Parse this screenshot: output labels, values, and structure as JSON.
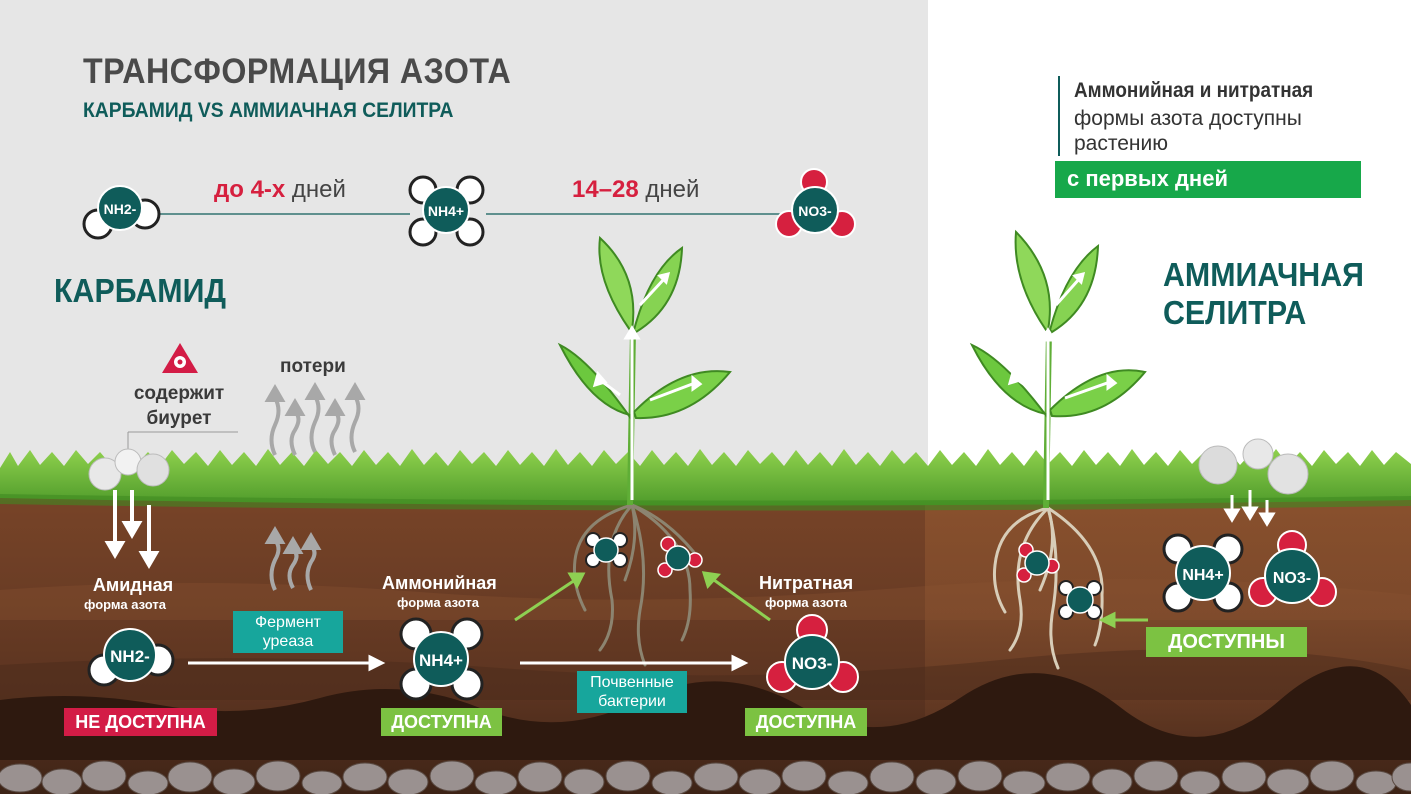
{
  "title": "ТРАНСФОРМАЦИЯ АЗОТА",
  "subtitle": "КАРБАМИД VS АММИАЧНАЯ СЕЛИТРА",
  "timeline": {
    "stage1_highlight": "до 4-х",
    "stage1_unit": "дней",
    "stage2_highlight": "14–28",
    "stage2_unit": "дней",
    "molecules": [
      "NH2-",
      "NH4+",
      "NO3-"
    ]
  },
  "info": {
    "bold": "Аммонийная и нитратная",
    "line2": "формы азота доступны",
    "line3": "растению",
    "highlight": "с первых дней"
  },
  "urea": {
    "label": "КАРБАМИД",
    "warning": "содержит\nбиурет",
    "losses": "потери",
    "amide_title": "Амидная",
    "amide_sub": "форма азота",
    "enzyme": "Фермент\nуреаза",
    "ammonium_title": "Аммонийная",
    "ammonium_sub": "форма азота",
    "bacteria": "Почвенные\nбактерии",
    "nitrate_title": "Нитратная",
    "nitrate_sub": "форма азота",
    "badge_unavailable": "НЕ ДОСТУПНА",
    "badge_available_1": "ДОСТУПНА",
    "badge_available_2": "ДОСТУПНА"
  },
  "nitrate": {
    "label": "АММИАЧНАЯ\nСЕЛИТРА",
    "badge": "ДОСТУПНЫ",
    "molecules": [
      "NH4+",
      "NO3-"
    ]
  },
  "colors": {
    "teal": "#0f5c5a",
    "red": "#d6203f",
    "green": "#7cc242",
    "grass": "#6cbf3a",
    "soil_dark": "#5b3423",
    "soil_mid": "#7a4a2c"
  }
}
